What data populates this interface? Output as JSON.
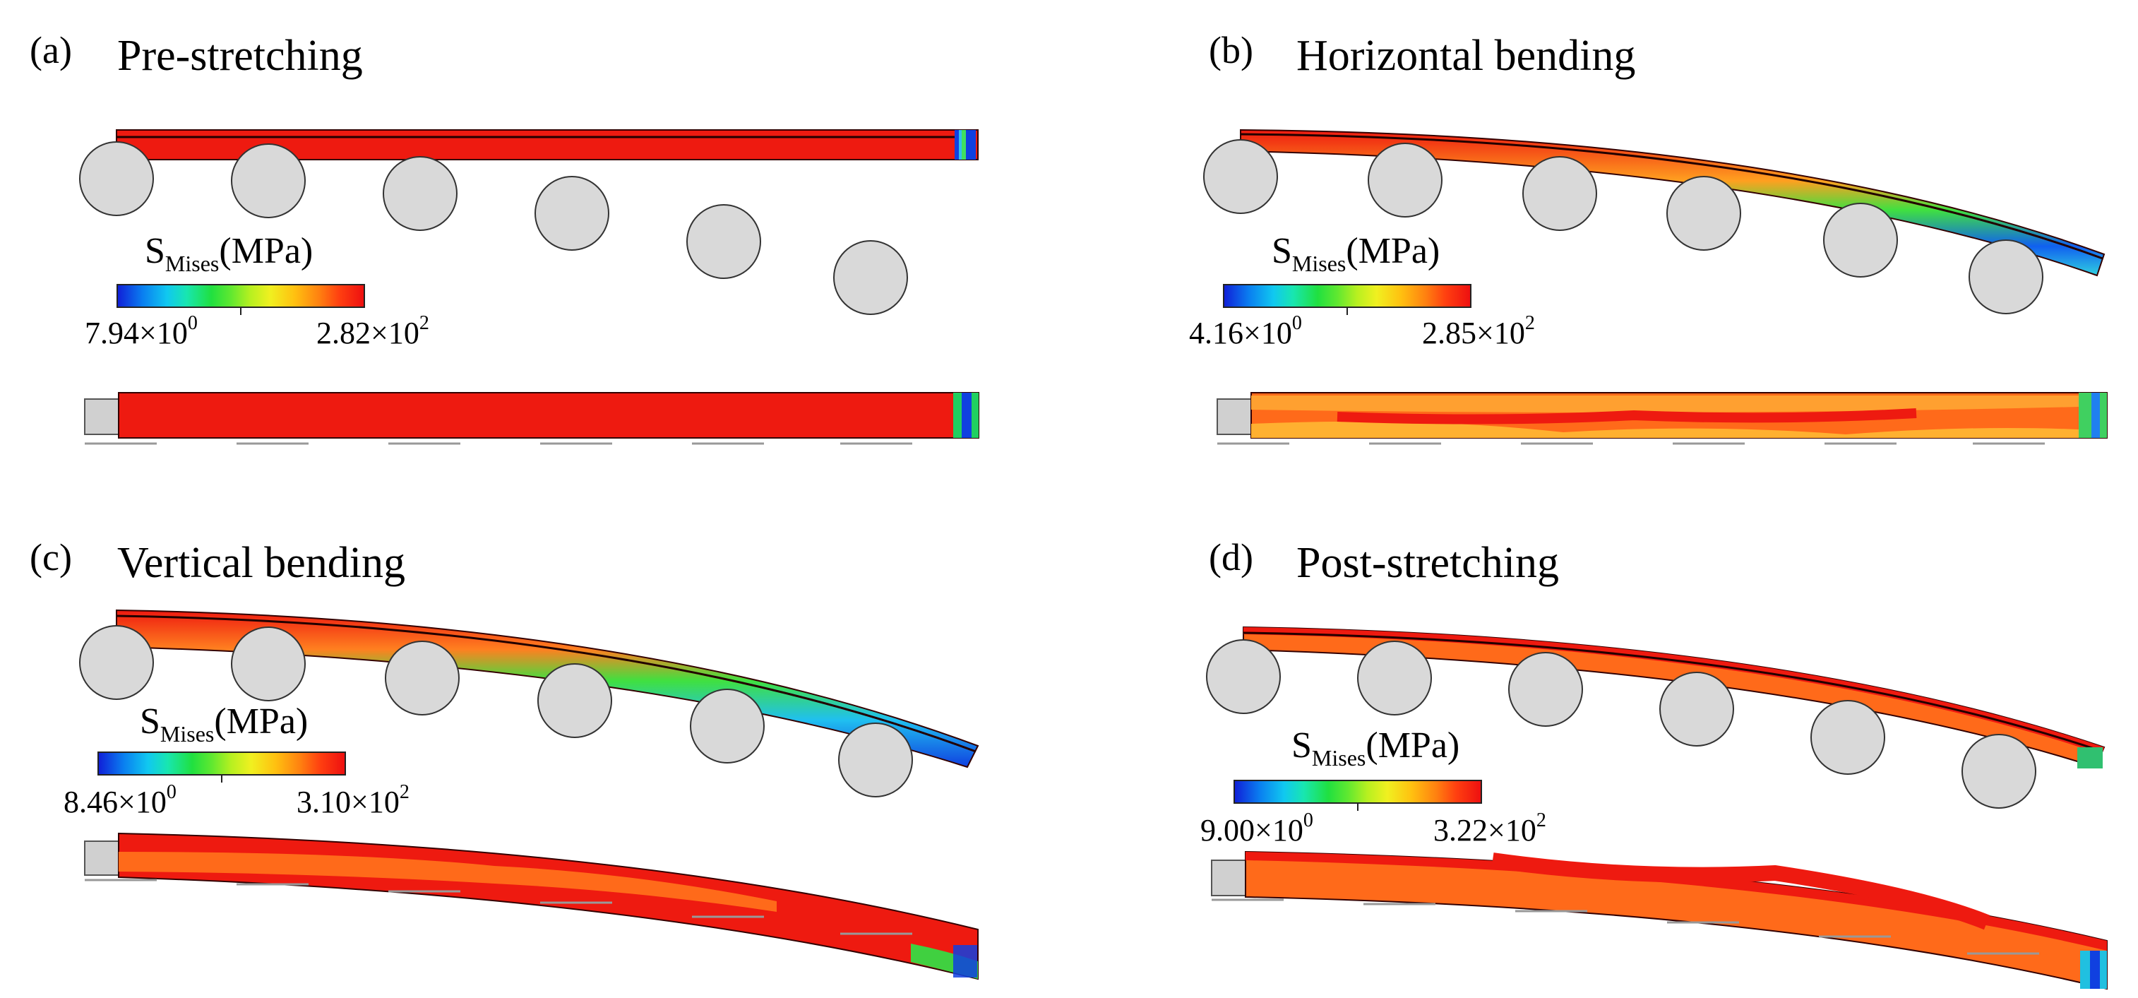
{
  "figure": {
    "panels": [
      {
        "letter": "(a)",
        "title": "Pre-stretching",
        "legend_title": "S",
        "legend_sub": "Mises",
        "legend_unit": "(MPa)",
        "min_mant": "7.94×10",
        "min_exp": "0",
        "max_mant": "2.82×10",
        "max_exp": "2"
      },
      {
        "letter": "(b)",
        "title": "Horizontal bending",
        "legend_title": "S",
        "legend_sub": "Mises",
        "legend_unit": "(MPa)",
        "min_mant": "4.16×10",
        "min_exp": "0",
        "max_mant": "2.85×10",
        "max_exp": "2"
      },
      {
        "letter": "(c)",
        "title": "Vertical bending",
        "legend_title": "S",
        "legend_sub": "Mises",
        "legend_unit": "(MPa)",
        "min_mant": "8.46×10",
        "min_exp": "0",
        "max_mant": "3.10×10",
        "max_exp": "2"
      },
      {
        "letter": "(d)",
        "title": "Post-stretching",
        "legend_title": "S",
        "legend_sub": "Mises",
        "legend_unit": "(MPa)",
        "min_mant": "9.00×10",
        "min_exp": "0",
        "max_mant": "3.22×10",
        "max_exp": "2"
      }
    ]
  },
  "colors": {
    "die_fill": "#d9d9d9",
    "high_stress": "#ee1a10",
    "mid_stress": "#ff6a1a",
    "low_stress": "#2050e0",
    "green_stress": "#40d040"
  }
}
